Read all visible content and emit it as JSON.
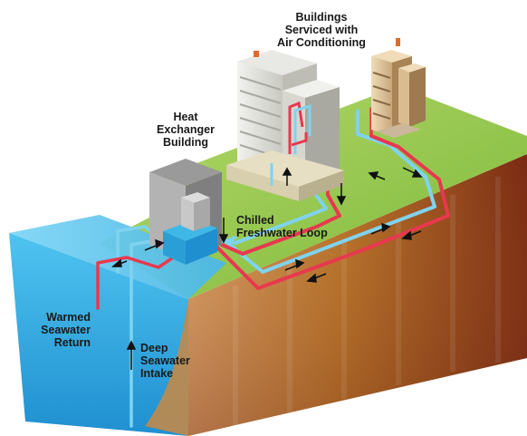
{
  "labels": {
    "buildings": [
      "Buildings",
      "Serviced with",
      "Air Conditioning"
    ],
    "heat_exchanger": [
      "Heat",
      "Exchanger",
      "Building"
    ],
    "chilled_loop": [
      "Chilled",
      "Freshwater Loop"
    ],
    "warmed_return": [
      "Warmed",
      "Seawater",
      "Return"
    ],
    "deep_intake": [
      "Deep",
      "Seawater",
      "Intake"
    ]
  },
  "colors": {
    "ground_top": "#8dc63f",
    "soil": "#b8742a",
    "ocean": "#3fb8e8",
    "warm_pipe": "#e8384f",
    "cold_pipe": "#7fd3f0",
    "flow_arrow": "#111111"
  }
}
